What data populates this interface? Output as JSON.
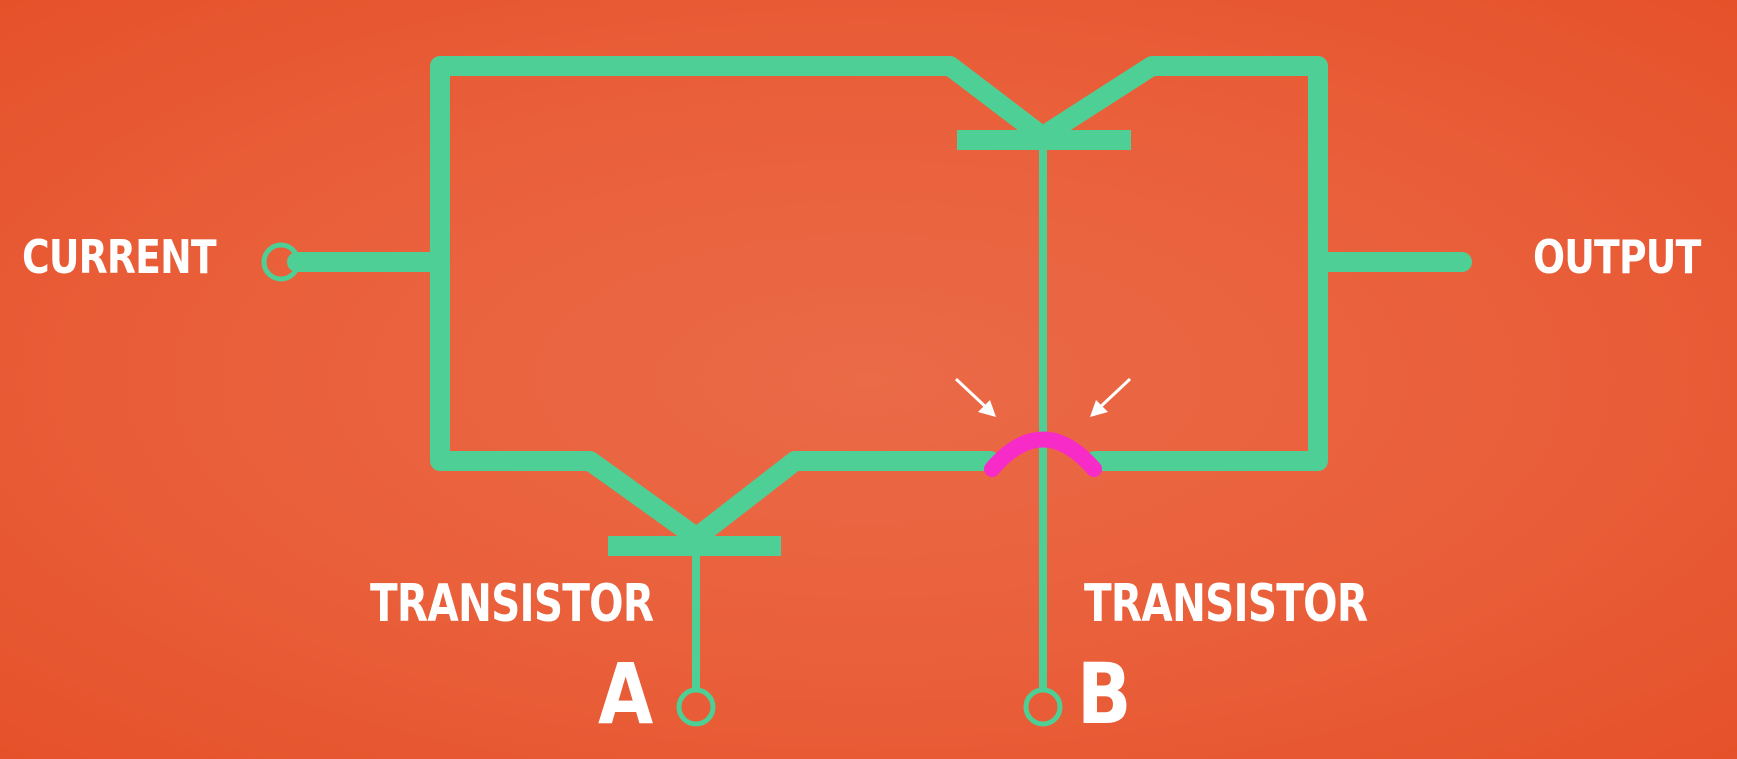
{
  "labels": {
    "current": "CURRENT",
    "output": "OUTPUT",
    "transistor_a_title": "TRANSISTOR",
    "transistor_a_letter": "A",
    "transistor_b_title": "TRANSISTOR",
    "transistor_b_letter": "B"
  },
  "colors": {
    "background": "#e95f3a",
    "wire": "#4ecf95",
    "crossover": "#f72bc7",
    "text": "#ffffff",
    "arrows": "#ffffff"
  },
  "icons": {
    "input_terminal": "circle-terminal",
    "crossover_marker": "arc-hop",
    "pointer_arrows": "diagonal-arrow"
  }
}
